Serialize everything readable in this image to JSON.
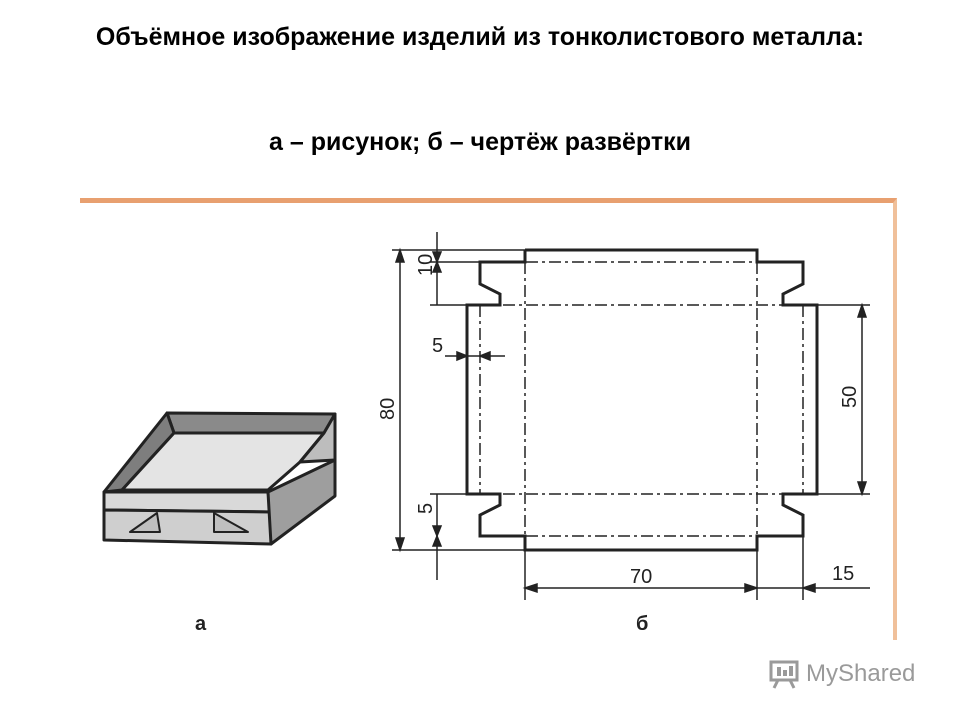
{
  "title": "Объёмное изображение изделий из тонколистового металла:",
  "subtitle": "а – рисунок; б – чертёж развёртки",
  "figure": {
    "label_a": "а",
    "label_b": "б",
    "dimensions": {
      "top_tab": "10",
      "side_tab": "5",
      "height_total": "80",
      "bottom_tab": "5",
      "side_height": "50",
      "width": "70",
      "flap_width": "15"
    }
  },
  "logo": {
    "text": "MyShared"
  }
}
